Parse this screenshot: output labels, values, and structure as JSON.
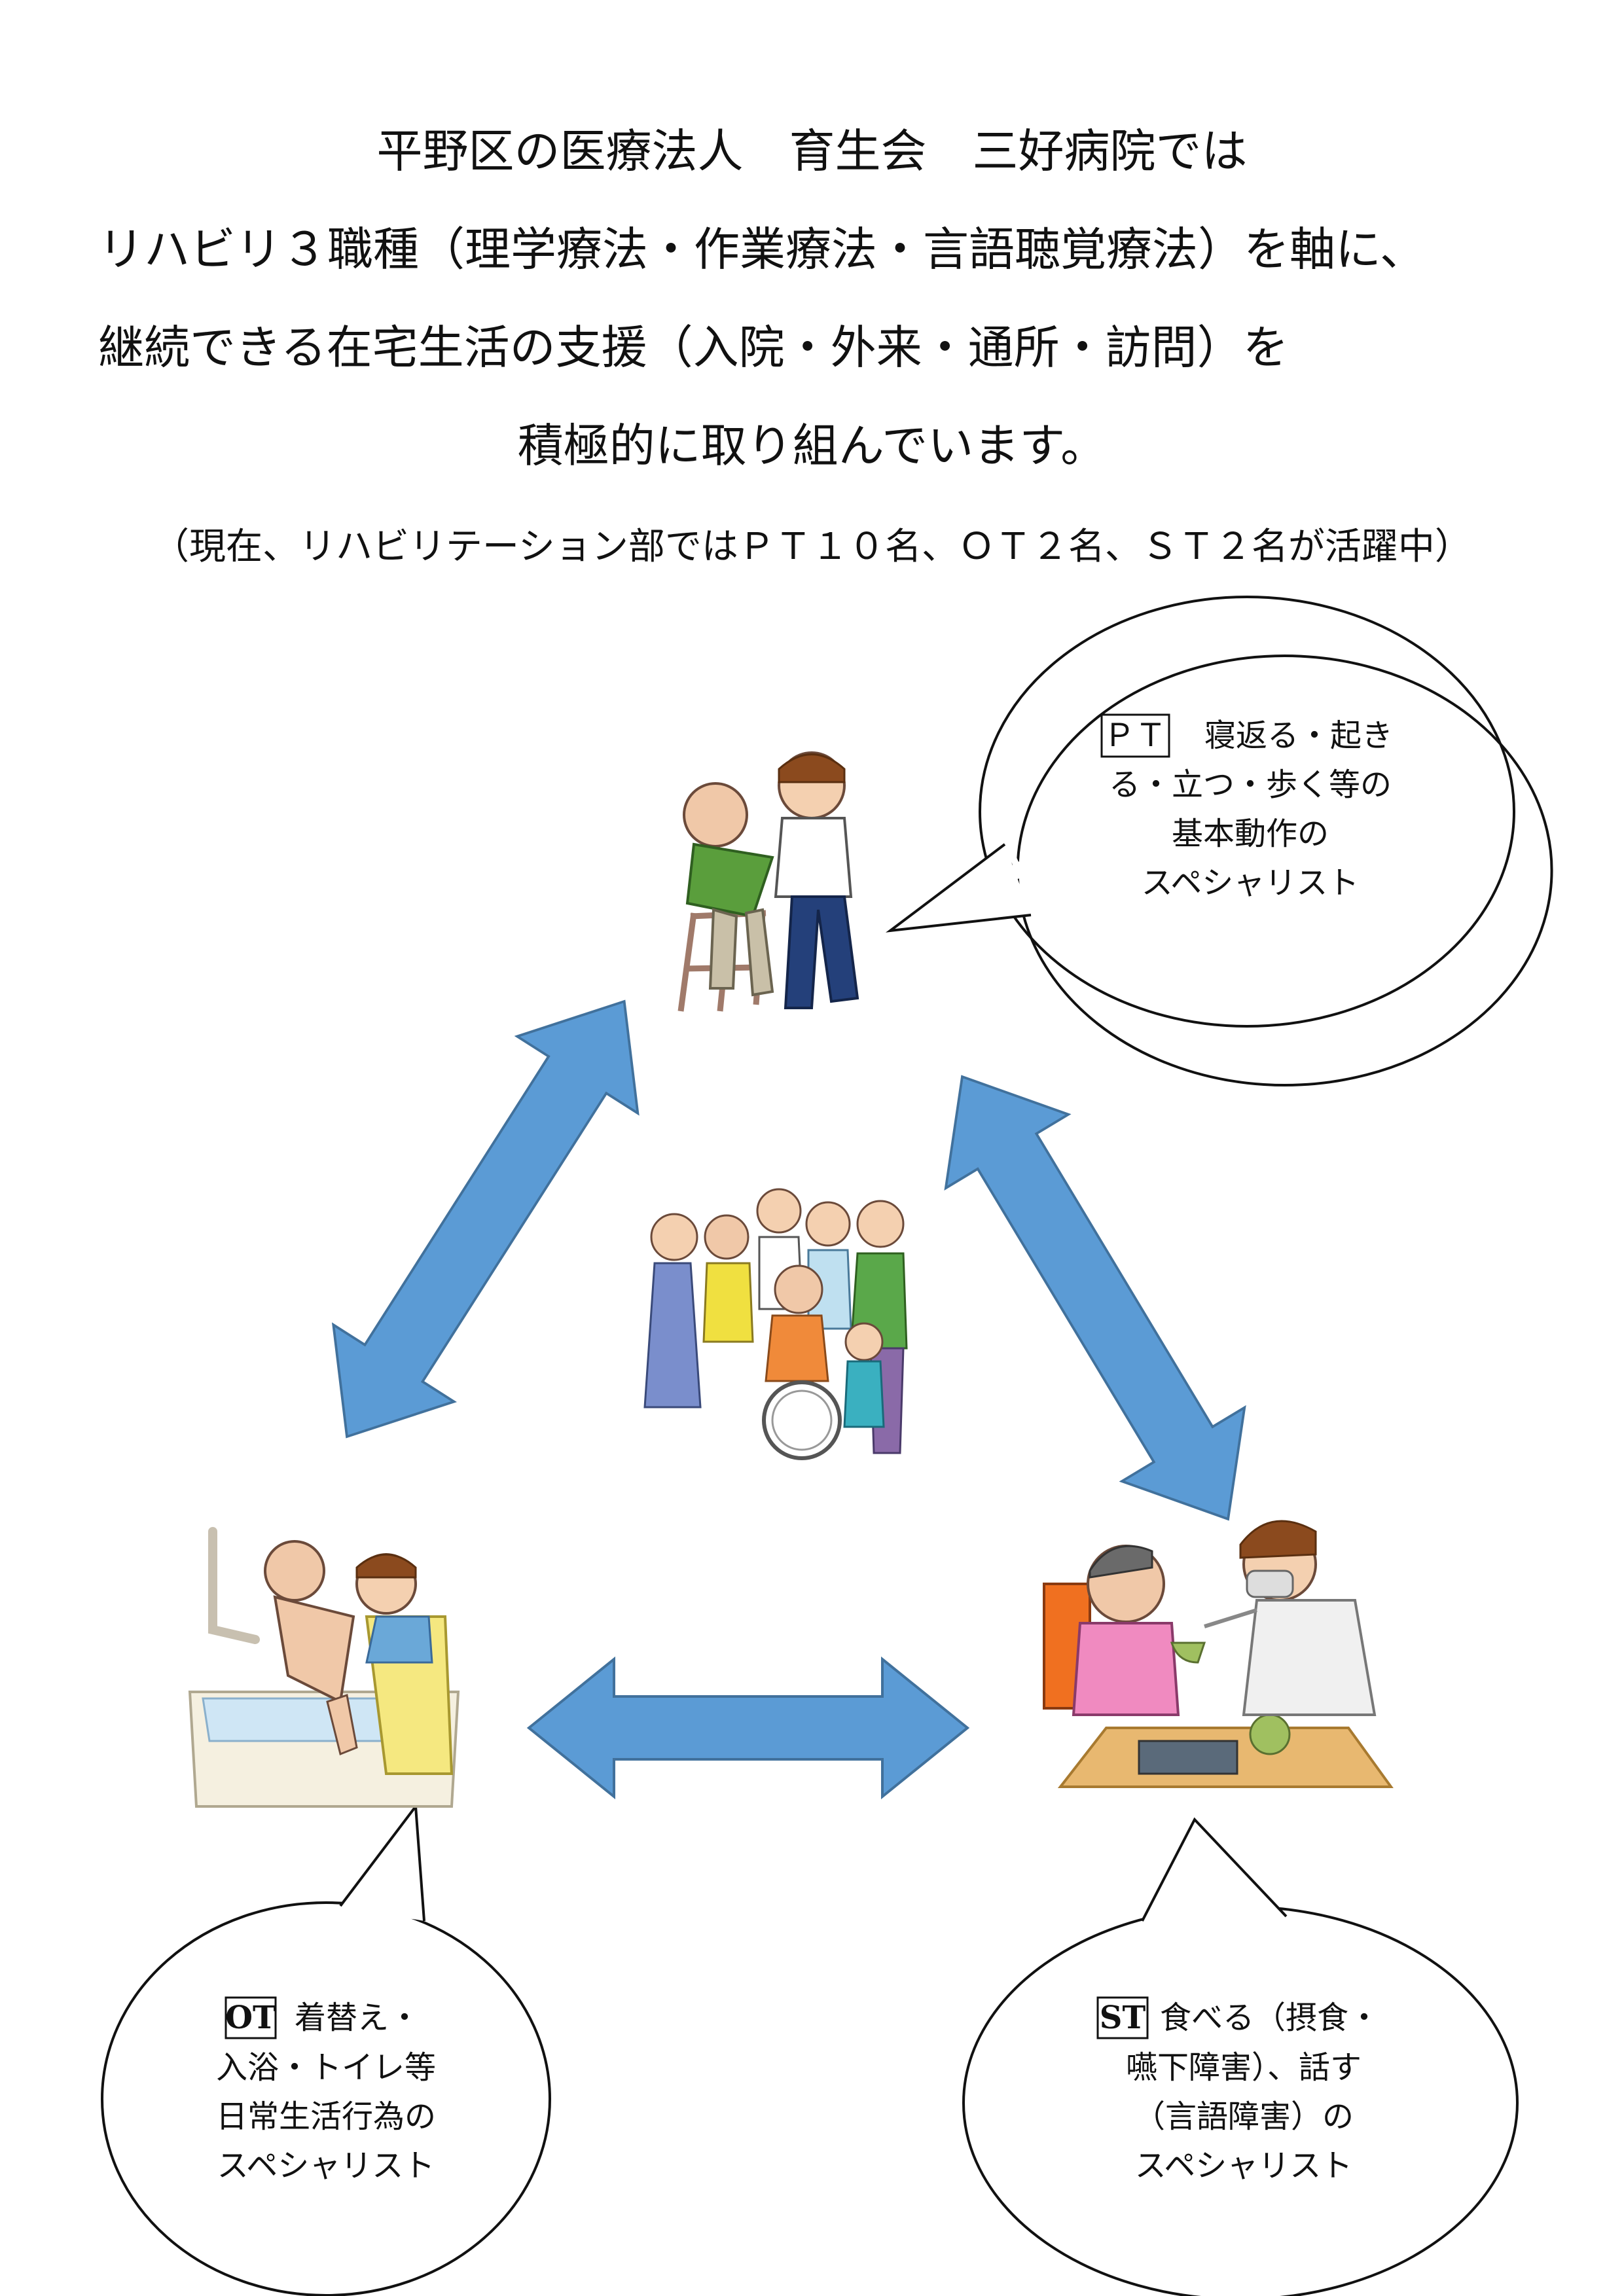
{
  "header": {
    "line1": "平野区の医療法人　育生会　三好病院では",
    "line2": "リハビリ３職種（理学療法・作業療法・言語聴覚療法）を軸に、",
    "line3": "継続できる在宅生活の支援（入院・外来・通所・訪問）を",
    "line4": "積極的に取り組んでいます。",
    "note": "（現在、リハビリテーション部ではＰＴ１０名、ＯＴ２名、ＳＴ２名が活躍中）"
  },
  "pt": {
    "tag": "ＰＴ",
    "line1": "寝返る・起き",
    "line2": "る・立つ・歩く等の",
    "line3": "基本動作の",
    "line4": "スペシャリスト"
  },
  "ot": {
    "tag": "OT",
    "line1": "着替え・",
    "line2": "入浴・トイレ等",
    "line3": "日常生活行為の",
    "line4": "スペシャリスト"
  },
  "st": {
    "tag": "ST",
    "line1": "食べる（摂食・",
    "line2": "嚥下障害）、話す",
    "line3": "（言語障害）の",
    "line4": "スペシャリスト"
  },
  "colors": {
    "arrow_fill": "#5b9bd5",
    "arrow_stroke": "#41719c",
    "bubble_stroke": "#111111"
  },
  "icons": [
    "walking-assist-illustration",
    "family-group-illustration",
    "bath-assist-illustration",
    "feeding-assist-illustration"
  ]
}
